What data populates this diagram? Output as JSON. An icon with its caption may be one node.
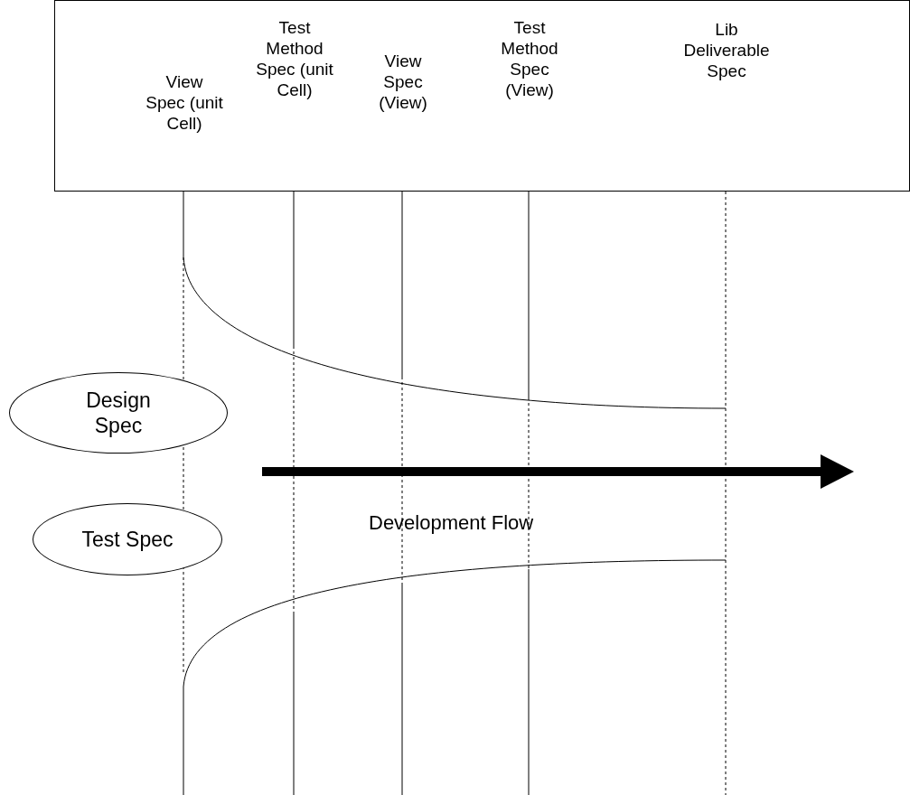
{
  "diagram": {
    "nodes": [
      {
        "text": [
          "View Spec (unit Cell)",
          "Test Method Spec (unit Cell)",
          "View Spec (View)",
          "Test Method Spec (View)",
          "Lib Deliverable Spec"
        ]
      },
      {
        "text": [
          "Design Spec"
        ]
      },
      {
        "text": [
          "Test Spec"
        ]
      }
    ],
    "labels": [
      "Development Flow"
    ]
  }
}
